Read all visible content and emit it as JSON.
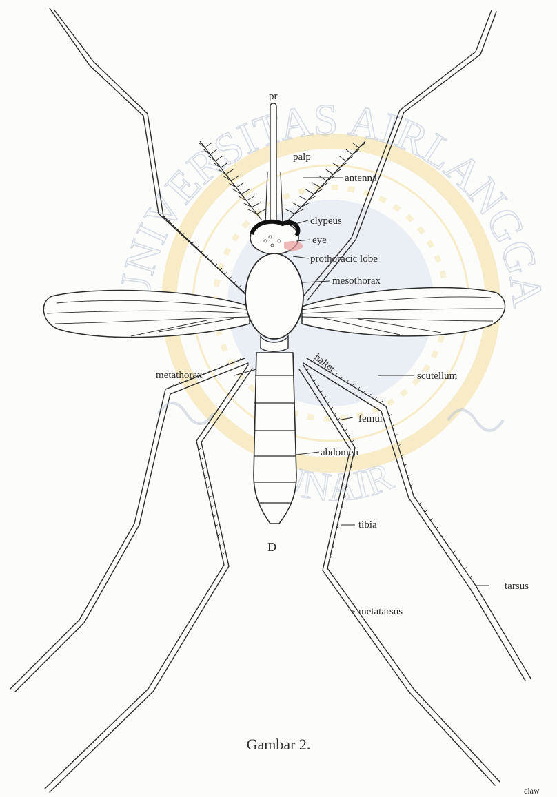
{
  "watermark": {
    "top_text": "UNIVERSITAS AIRLANGGA",
    "bottom_text": "UNAIR",
    "colors": {
      "ring": "#f1d98a",
      "letters": "#b7c2d6",
      "center": "#c9d6ea"
    }
  },
  "labels": {
    "pr": "pr",
    "palp": "palp",
    "antenna": "antenna",
    "clypeus": "clypeus",
    "eye": "eye",
    "prothoracic_lobe": "prothoracic lobe",
    "mesothorax": "mesothorax",
    "metathorax": "metathorax",
    "scutellum": "scutellum",
    "halter": "halter",
    "femur": "femur",
    "abdomen": "abdomen",
    "tibia": "tibia",
    "tarsus": "tarsus",
    "metatarsus": "metatarsus",
    "d_mark": "D",
    "corner": "claw"
  },
  "caption": "Gambar 2.",
  "colors": {
    "ink": "#2a2a2a",
    "eye_highlight": "#e89a9a"
  }
}
